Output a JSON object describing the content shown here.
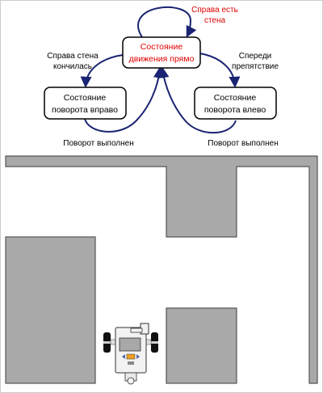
{
  "diagram": {
    "states": {
      "forward": {
        "line1": "Состояние",
        "line2": "движения прямо"
      },
      "turn_right": {
        "line1": "Состояние",
        "line2": "поворота вправо"
      },
      "turn_left": {
        "line1": "Состояние",
        "line2": "поворота влево"
      }
    },
    "labels": {
      "wall_right_1": "Справа есть",
      "wall_right_2": "стена",
      "wall_ended_1": "Справа стена",
      "wall_ended_2": "кончилась",
      "obstacle_1": "Спереди",
      "obstacle_2": "препятствие",
      "turn_done_left": "Поворот выполнен",
      "turn_done_right": "Поворот выполнен"
    },
    "colors": {
      "arrow": "#1a2472",
      "highlight_text": "#e00000",
      "wall_fill": "#a9a9a9",
      "wall_stroke": "#555555"
    }
  }
}
